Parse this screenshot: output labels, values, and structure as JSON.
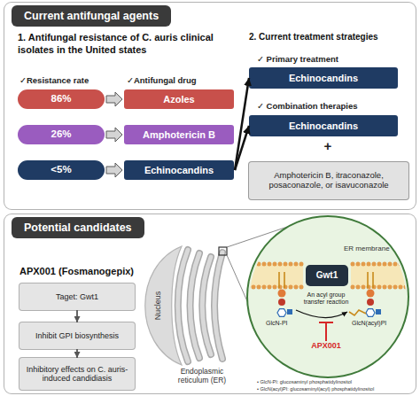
{
  "diagram": {
    "nodes": [
      {
        "text": [
          "Current antifungal agents"
        ]
      },
      {
        "text": [
          "86%"
        ],
        "in": 0
      },
      {
        "text": [
          "Azoles"
        ],
        "in": 0
      },
      {
        "text": [
          "26%"
        ],
        "in": 0
      },
      {
        "text": [
          "Amphotericin B"
        ],
        "in": 0
      },
      {
        "text": [
          "<5%"
        ],
        "in": 0
      },
      {
        "text": [
          "Echinocandins"
        ],
        "in": 0
      },
      {
        "text": [
          "Echinocandins"
        ],
        "in": 0
      },
      {
        "text": [
          "Echinocandins"
        ],
        "in": 0
      },
      {
        "text": [
          "Amphotericin B, itraconazole, posaconazole, or isavuconazole"
        ],
        "in": 0
      },
      {
        "text": [
          "Potential candidates"
        ]
      },
      {
        "text": [
          "Taget: Gwt1"
        ],
        "in": 10
      },
      {
        "text": [
          "Inhibit GPI biosynthesis"
        ],
        "in": 10
      },
      {
        "text": [
          "Inhibitory effects on C. auris-induced candidiasis"
        ],
        "in": 10
      },
      {
        "text": [
          "ER membrane"
        ],
        "in": 10
      },
      {
        "text": [
          "Gwt1"
        ],
        "in": 14
      }
    ],
    "edges": [
      {
        "from": 1,
        "to": 2,
        "arrow": "to"
      },
      {
        "from": 3,
        "to": 4,
        "arrow": "to"
      },
      {
        "from": 5,
        "to": 6,
        "arrow": "to"
      },
      {
        "from": 6,
        "to": 7,
        "arrow": "to"
      },
      {
        "from": 6,
        "to": 8,
        "arrow": "to"
      },
      {
        "from": 11,
        "to": 12,
        "arrow": "to"
      },
      {
        "from": 12,
        "to": 13,
        "arrow": "to"
      }
    ],
    "labels": [
      "1. Antifungal resistance of C. auris clinical isolates in the United states",
      "✓Resistance rate",
      "✓Antifungal drug",
      "2. Current treatment strategies",
      "✓ Primary treatment",
      "✓ Combination therapies",
      "+",
      "APX001 (Fosmanogepix)",
      "Nucleus",
      "Endoplasmic reticulum (ER)",
      "An acyl group transfer reaction",
      "GlcN-PI",
      "GlcN(acyl)PI",
      "APX001",
      "• GlcN-PI: glucosaminyl phosphatidylinositol",
      "• GlcN(acyl)PI: glucosaminyl(acyl) phosphatidylinositol"
    ]
  }
}
